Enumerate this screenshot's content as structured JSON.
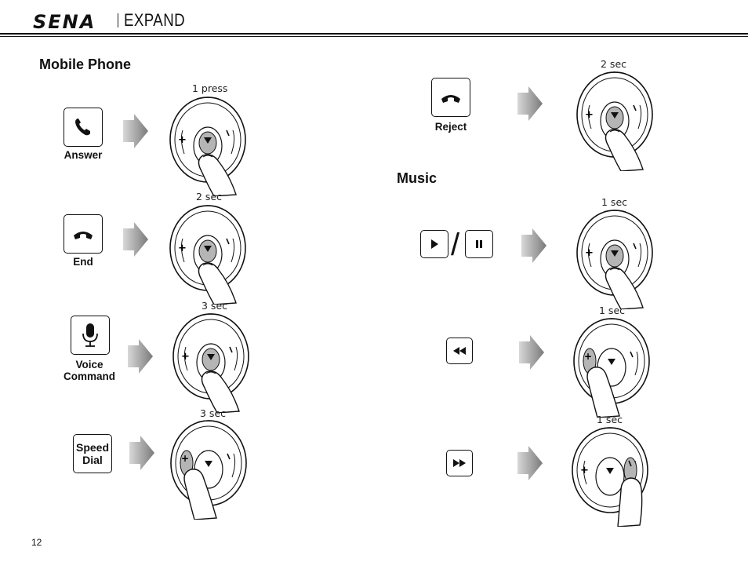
{
  "header": {
    "brand": "SENA",
    "product": "EXPAND"
  },
  "sections": {
    "mobile_phone": "Mobile Phone",
    "music": "Music"
  },
  "mobile_phone": {
    "answer": {
      "caption": "Answer",
      "action": "1 press",
      "icon": "phone-answer-icon"
    },
    "end": {
      "caption": "End",
      "action": "2 sec",
      "icon": "phone-end-icon"
    },
    "voice": {
      "caption_line1": "Voice",
      "caption_line2": "Command",
      "action": "3 sec",
      "icon": "microphone-icon"
    },
    "speed": {
      "label_line1": "Speed",
      "label_line2": "Dial",
      "action": "3 sec"
    }
  },
  "phone_reject": {
    "caption": "Reject",
    "action": "2 sec",
    "icon": "phone-end-icon"
  },
  "music": {
    "play_pause": {
      "action": "1 sec",
      "icons": [
        "play-icon",
        "pause-icon"
      ]
    },
    "previous": {
      "action": "1 sec",
      "icon": "rewind-icon"
    },
    "next": {
      "action": "1 sec",
      "icon": "fast-forward-icon"
    }
  },
  "page_number": "12",
  "colors": {
    "text": "#111111",
    "arrow": "#8c8c8c",
    "button_press": "#b5b5b5"
  }
}
